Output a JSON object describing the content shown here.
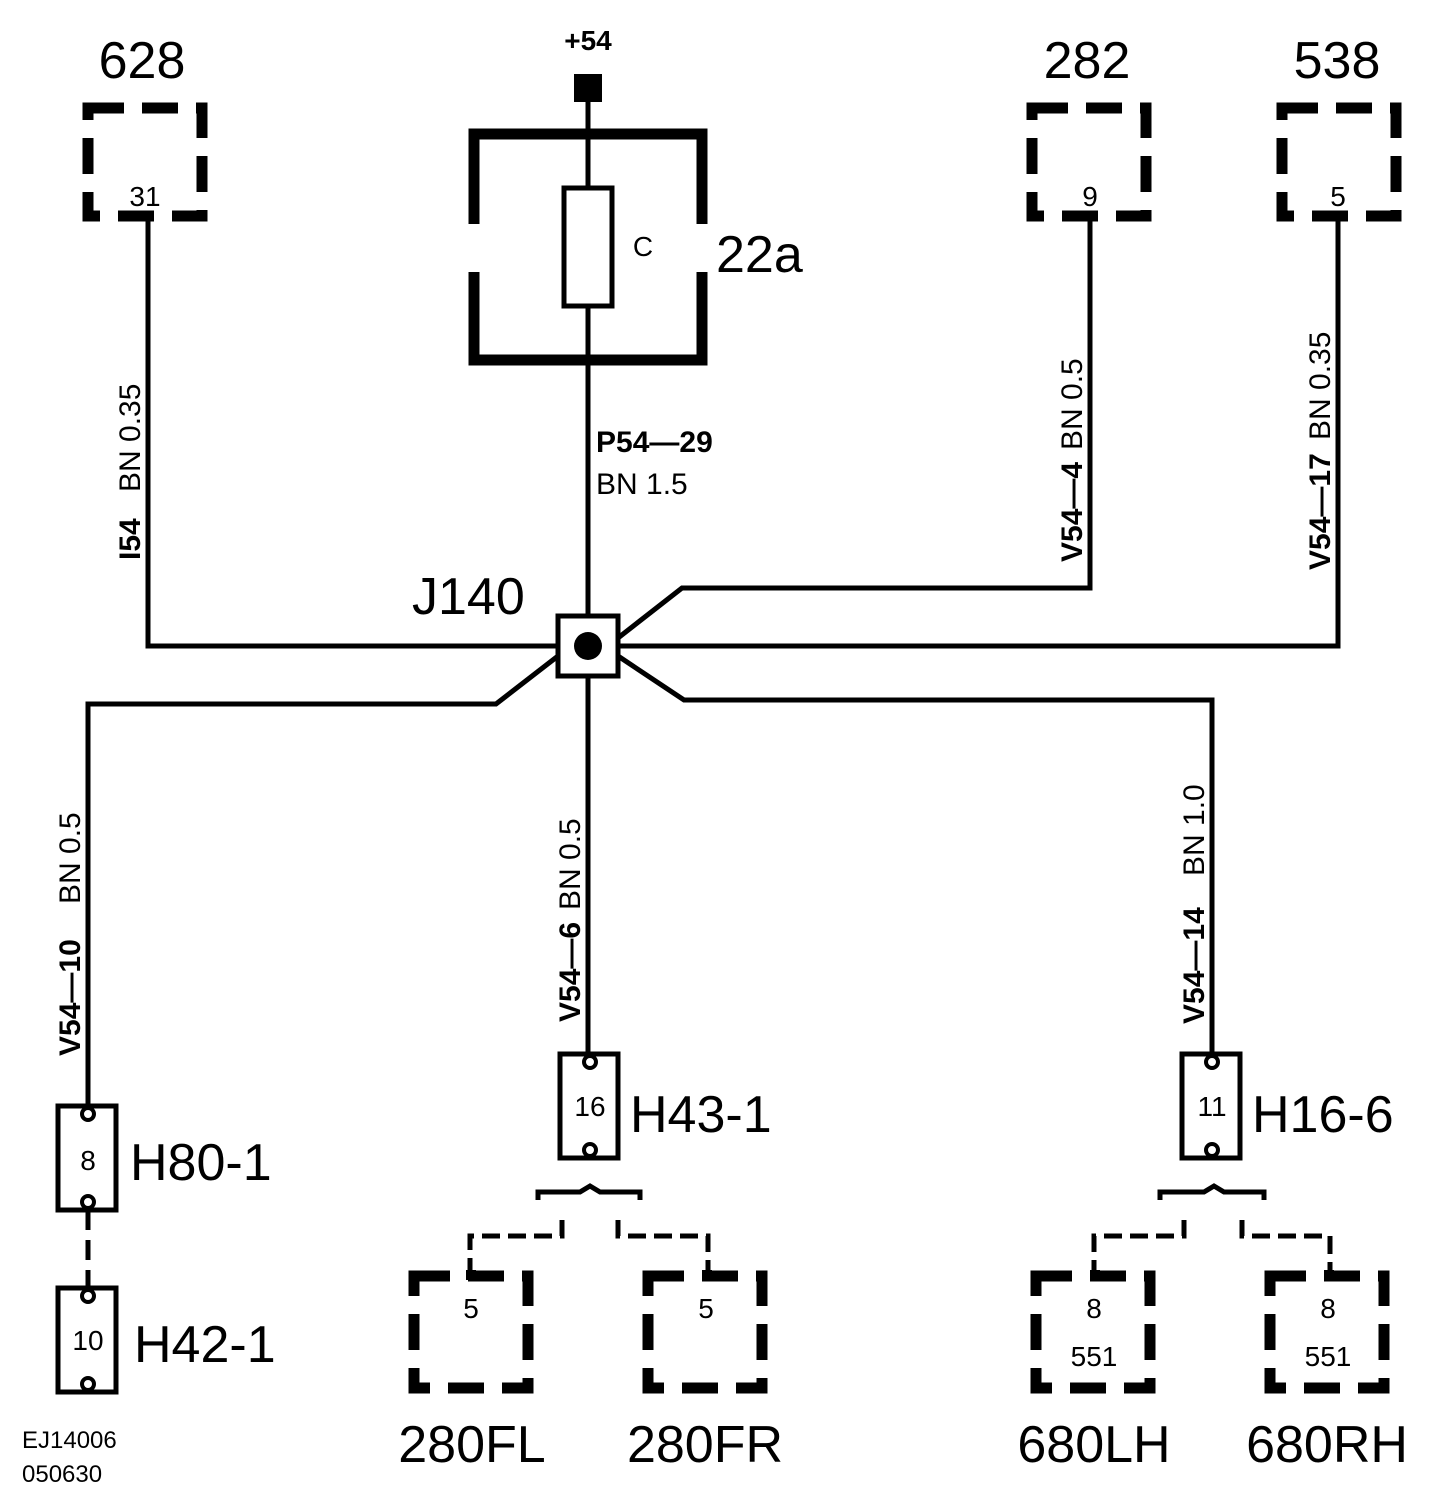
{
  "supply": {
    "label": "+54"
  },
  "fuse": {
    "ref": "22a",
    "label": "C"
  },
  "junction": {
    "ref": "J140"
  },
  "top_connectors": [
    {
      "ref": "628",
      "pin": "31"
    },
    {
      "ref": "282",
      "pin": "9"
    },
    {
      "ref": "538",
      "pin": "5"
    }
  ],
  "wires": {
    "w628": {
      "id": "I54",
      "spec": "BN  0.35"
    },
    "w282": {
      "id": "V54—4",
      "spec": "BN  0.5"
    },
    "w538": {
      "id": "V54—17",
      "spec": "BN  0.35"
    },
    "wfuse": {
      "id": "P54—29",
      "spec": "BN  1.5"
    },
    "wH80": {
      "id": "V54—10",
      "spec": "BN  0.5"
    },
    "wH43": {
      "id": "V54—6",
      "spec": "BN  0.5"
    },
    "wH16": {
      "id": "V54—14",
      "spec": "BN  1.0"
    }
  },
  "harness_connectors": [
    {
      "ref": "H80-1",
      "pin": "8"
    },
    {
      "ref": "H42-1",
      "pin": "10"
    },
    {
      "ref": "H43-1",
      "pin": "16"
    },
    {
      "ref": "H16-6",
      "pin": "11"
    }
  ],
  "bottom_components": [
    {
      "ref": "280FL",
      "pin": "5"
    },
    {
      "ref": "280FR",
      "pin": "5"
    },
    {
      "ref": "680LH",
      "pin": "8",
      "pin2": "551"
    },
    {
      "ref": "680RH",
      "pin": "8",
      "pin2": "551"
    }
  ],
  "drawing": {
    "number": "EJ14006",
    "date": "050630"
  }
}
